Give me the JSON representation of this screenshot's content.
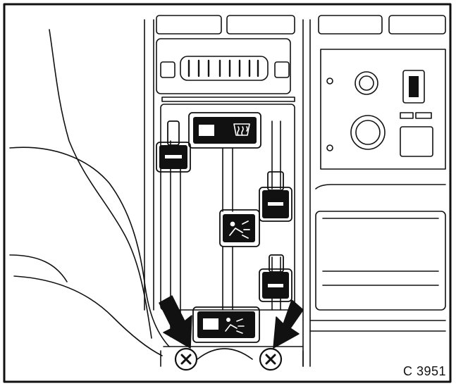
{
  "figure": {
    "code": "C 3951",
    "colors": {
      "ink": "#111111",
      "paper": "#ffffff",
      "grey": "#8a8a8a"
    },
    "components": {
      "sliders": [
        "temperature",
        "air-distribution",
        "fan",
        "recirculation"
      ],
      "icons": [
        "rear-window-defrost-icon",
        "air-flow-icon",
        "air-flow-icon",
        "screw-icon",
        "screw-icon"
      ],
      "arrows": 2
    }
  }
}
